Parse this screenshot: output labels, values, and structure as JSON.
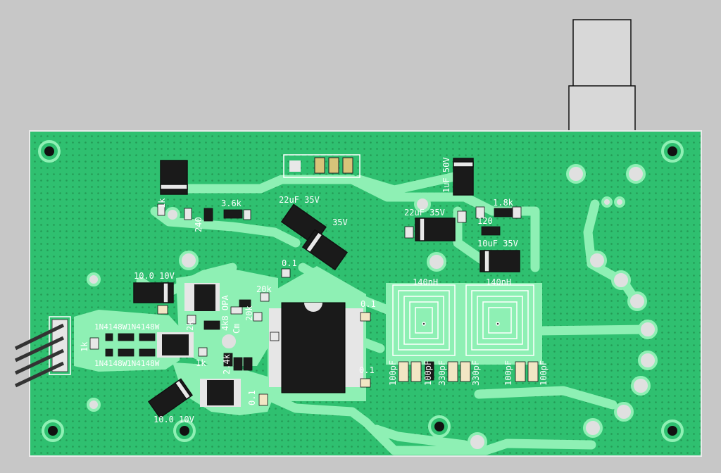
{
  "colors": {
    "background": "#c7c7c7",
    "board": "#2fc070",
    "copper": "#8ef0b4",
    "silkscreen": "#ffffff",
    "component_body": "#1a1a1a",
    "pad": "#e8e8e8",
    "cap_body": "#f2e6c4",
    "cap_end": "#c9a24a"
  },
  "labels": {
    "l_3k6": "3.6k",
    "l_240": "240",
    "l_1k_top": "1k",
    "l_22u35_a": "22uF 35V",
    "l_35v_a": "35V",
    "l_01_top": "0.1",
    "l_22u35_b": "22uF 35V",
    "l_1uf50v": "1uF 50V",
    "l_1k8": "1.8k",
    "l_120": "120",
    "l_10u35": "10uF 35V",
    "l_10u10v_a": "10.0 10V",
    "l_20k_a": "20k",
    "l_opamp": "4k8 OPA",
    "l_cm": "Cm",
    "l_20k_b": "20k",
    "l_1n_a": "1N4148W",
    "l_1n_b": "1N4148W",
    "l_1n_c": "1N4148W",
    "l_1n_d": "1N4148W",
    "l_1k_left": "1k",
    "l_2k": "2k",
    "l_1k_mid": "1k",
    "l_2k4": "2.4k",
    "l_01_mid": "0.1",
    "l_01_right_a": "0.1",
    "l_01_right_b": "0.1",
    "l_10u10v_b": "10.0 10V",
    "l_140nh_a": "140nH",
    "l_140nh_b": "140nH",
    "l_100pf_a": "100pF",
    "l_100pf_b": "100pF",
    "l_330pf_a": "330pF",
    "l_330pf_b": "330pF",
    "l_100pf_c": "100pF",
    "l_100pf_d": "100pF"
  }
}
